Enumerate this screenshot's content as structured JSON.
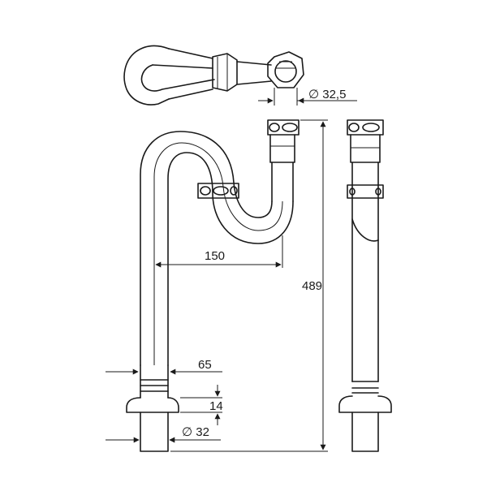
{
  "dimensions": {
    "top_outlet_diameter": "32,5",
    "bottom_outlet_diameter": "32",
    "trap_width": "150",
    "total_height": "489",
    "flange_height": "65",
    "flange_offset": "14"
  },
  "symbols": {
    "diameter": "∅"
  },
  "colors": {
    "stroke": "#1a1a1a",
    "background": "#ffffff"
  }
}
